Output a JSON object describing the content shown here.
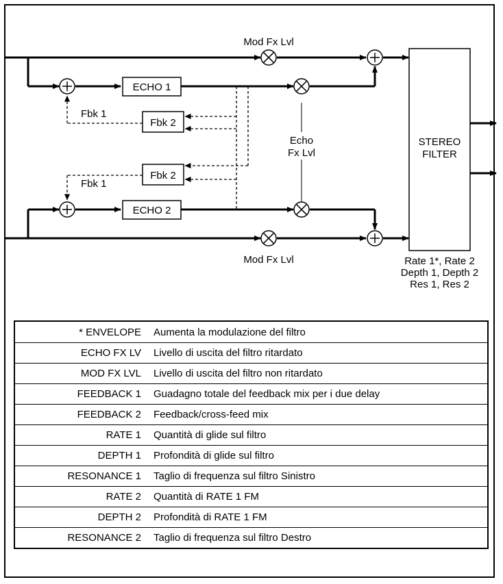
{
  "diagram": {
    "mod_fx_top": "Mod Fx Lvl",
    "mod_fx_bottom": "Mod Fx Lvl",
    "echo1": "ECHO 1",
    "echo2": "ECHO 2",
    "fbk2_top": "Fbk 2",
    "fbk2_bottom": "Fbk 2",
    "fbk1_top": "Fbk 1",
    "fbk1_bottom": "Fbk 1",
    "echo_fx_line1": "Echo",
    "echo_fx_line2": "Fx Lvl",
    "stereo_line1": "STEREO",
    "stereo_line2": "FILTER",
    "filter_params_line1": "Rate 1*, Rate 2",
    "filter_params_line2": "Depth 1, Depth 2",
    "filter_params_line3": "Res 1, Res 2",
    "sum_symbol": "+",
    "mult_symbol": "×"
  },
  "table": {
    "rows": [
      {
        "param": "* ENVELOPE",
        "desc": "Aumenta la modulazione del filtro"
      },
      {
        "param": "ECHO FX LV",
        "desc": "Livello di uscita del filtro ritardato"
      },
      {
        "param": "MOD FX LVL",
        "desc": "Livello di uscita del filtro non ritardato"
      },
      {
        "param": "FEEDBACK 1",
        "desc": "Guadagno totale del  feedback mix per i due delay"
      },
      {
        "param": "FEEDBACK  2",
        "desc": "Feedback/cross-feed  mix"
      },
      {
        "param": "RATE 1",
        "desc": "Quantità di glide sul filtro"
      },
      {
        "param": "DEPTH  1",
        "desc": "Profondità di glide sul filtro"
      },
      {
        "param": "RESONANCE 1",
        "desc": "Taglio di frequenza sul filtro Sinistro"
      },
      {
        "param": "RATE 2",
        "desc": "Quantità di RATE 1 FM"
      },
      {
        "param": "DEPTH  2",
        "desc": "Profondità di RATE 1 FM"
      },
      {
        "param": "RESONANCE 2",
        "desc": "Taglio di frequenza sul filtro Destro"
      }
    ]
  }
}
